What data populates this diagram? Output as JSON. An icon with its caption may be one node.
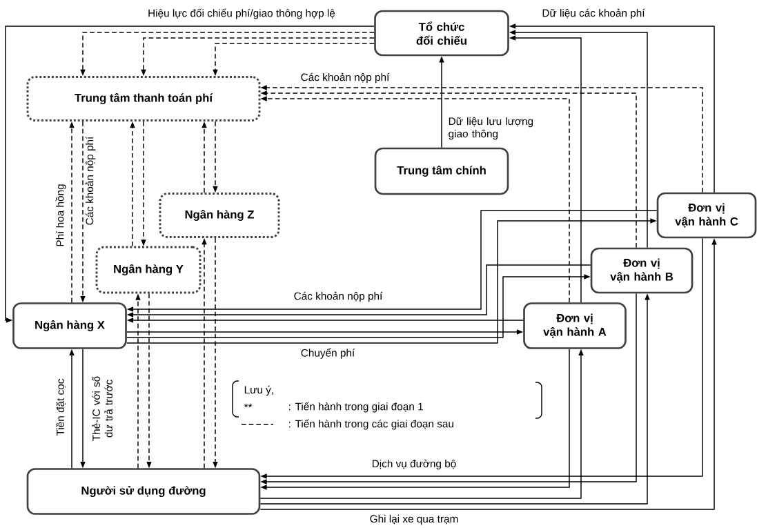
{
  "diagram": {
    "nodes": [
      {
        "text": [
          "Tổ chức đối chiếu"
        ]
      },
      {
        "text": [
          "Trung tâm thanh toán phí"
        ]
      },
      {
        "text": [
          "Trung tâm chính"
        ]
      },
      {
        "text": [
          "Ngân hàng Z"
        ]
      },
      {
        "text": [
          "Ngân hàng Y"
        ]
      },
      {
        "text": [
          "Ngân hàng X"
        ]
      },
      {
        "text": [
          "Đơn vị vận hành C"
        ]
      },
      {
        "text": [
          "Đơn vị vận hành B"
        ]
      },
      {
        "text": [
          "Đơn vị vận hành A"
        ]
      },
      {
        "text": [
          "Người sử dụng đường"
        ]
      }
    ],
    "edges": [
      {
        "from": 0,
        "to": 5,
        "arrow": "to",
        "label": "Hiệu lực đối chiếu phí/giao thông hợp lệ"
      },
      {
        "from": 0,
        "to": 1,
        "arrow": "to",
        "style": "dashed"
      },
      {
        "from": 0,
        "to": 1,
        "arrow": "to",
        "style": "dashed"
      },
      {
        "from": 0,
        "to": 1,
        "arrow": "to",
        "style": "dashed"
      },
      {
        "from": 2,
        "to": 0,
        "arrow": "to",
        "label": "Dữ liệu lưu lượng giao thông"
      },
      {
        "from": 6,
        "to": 0,
        "arrow": "to",
        "label": "Dữ liệu các khoản phí"
      },
      {
        "from": 7,
        "to": 0,
        "arrow": "to"
      },
      {
        "from": 8,
        "to": 0,
        "arrow": "to"
      },
      {
        "from": 6,
        "to": 1,
        "arrow": "to",
        "style": "dashed",
        "label": "Các khoản nộp phí"
      },
      {
        "from": 7,
        "to": 1,
        "arrow": "to",
        "style": "dashed"
      },
      {
        "from": 8,
        "to": 1,
        "arrow": "to",
        "style": "dashed"
      },
      {
        "from": 5,
        "to": 1,
        "arrow": "to",
        "style": "dashed",
        "label": "Phí hoa hồng"
      },
      {
        "from": 1,
        "to": 5,
        "arrow": "to",
        "style": "dashed",
        "label": "Các khoản nộp phí"
      },
      {
        "from": 4,
        "to": 1,
        "arrow": "to",
        "style": "dashed"
      },
      {
        "from": 1,
        "to": 4,
        "arrow": "to",
        "style": "dashed"
      },
      {
        "from": 3,
        "to": 1,
        "arrow": "to",
        "style": "dashed"
      },
      {
        "from": 1,
        "to": 3,
        "arrow": "to",
        "style": "dashed"
      },
      {
        "from": 9,
        "to": 4,
        "arrow": "to",
        "style": "dashed"
      },
      {
        "from": 4,
        "to": 9,
        "arrow": "to",
        "style": "dashed"
      },
      {
        "from": 9,
        "to": 3,
        "arrow": "to",
        "style": "dashed"
      },
      {
        "from": 3,
        "to": 9,
        "arrow": "to",
        "style": "dashed"
      },
      {
        "from": 9,
        "to": 5,
        "arrow": "to",
        "label": "Tiền đặt cọc"
      },
      {
        "from": 5,
        "to": 9,
        "arrow": "to",
        "label": "Thẻ-IC với số dư trả trước"
      },
      {
        "from": 6,
        "to": 5,
        "arrow": "to",
        "label": "Các khoản nộp phí"
      },
      {
        "from": 7,
        "to": 5,
        "arrow": "to"
      },
      {
        "from": 8,
        "to": 5,
        "arrow": "to"
      },
      {
        "from": 5,
        "to": 8,
        "arrow": "to",
        "label": "Chuyển phí"
      },
      {
        "from": 5,
        "to": 7,
        "arrow": "to"
      },
      {
        "from": 5,
        "to": 6,
        "arrow": "to"
      },
      {
        "from": 6,
        "to": 9,
        "arrow": "to",
        "label": "Dịch vụ đường bộ"
      },
      {
        "from": 7,
        "to": 9,
        "arrow": "to"
      },
      {
        "from": 8,
        "to": 9,
        "arrow": "to"
      },
      {
        "from": 9,
        "to": 8,
        "arrow": "to",
        "label": "Ghi lại xe qua trạm"
      },
      {
        "from": 9,
        "to": 7,
        "arrow": "to"
      },
      {
        "from": 9,
        "to": 6,
        "arrow": "to"
      }
    ],
    "labels": [
      "Lưu ý,",
      "**",
      ": Tiến hành trong giai đoạn 1"
    ],
    "legend": [
      {
        "text": ": Tiến hành trong các giai đoạn sau"
      }
    ]
  }
}
